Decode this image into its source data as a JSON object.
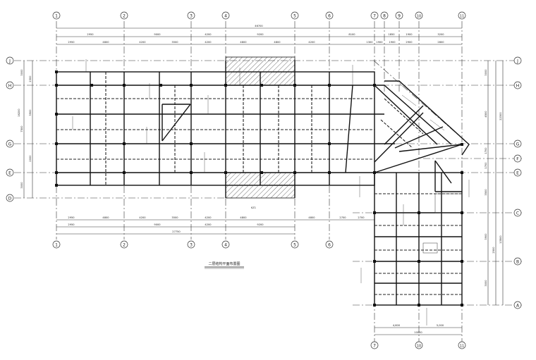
{
  "drawing": {
    "plan_title": "二层结构平面布置图",
    "axes_vertical_top": [
      "1",
      "2",
      "3",
      "4",
      "5",
      "6",
      "7",
      "8",
      "9",
      "10",
      "11"
    ],
    "axes_vertical_bottom": [
      "1",
      "2",
      "3",
      "4",
      "5",
      "6"
    ],
    "axes_wing_bottom": [
      "7",
      "10",
      "11"
    ],
    "axes_horizontal_left": [
      "J",
      "H",
      "G",
      "E",
      "D"
    ],
    "axes_horizontal_right": [
      "J",
      "H",
      "G",
      "F",
      "E",
      "C",
      "B",
      "A"
    ],
    "dims_top_overall": "46700",
    "dims_top_row1": [
      "2950",
      "9000",
      "4200",
      "9200",
      "8100",
      "1850",
      "1900",
      "3200"
    ],
    "dims_top_row2": [
      "2950",
      "4800",
      "4200",
      "3500",
      "4200",
      "4800",
      "4800",
      "4200",
      "1300",
      "1900",
      "1900",
      "2900",
      "2800"
    ],
    "dims_bottom_row1": [
      "2950",
      "4800",
      "4200",
      "3500",
      "4200",
      "4800",
      "4800",
      "2700",
      "2700"
    ],
    "dims_bottom_row2": [
      "2950",
      "9000",
      "4200",
      "9200"
    ],
    "dims_bottom_overall": "27750",
    "dims_wing_bottom": [
      "4,600",
      "5,000"
    ],
    "dims_wing_bottom_total": "10000",
    "dims_left": [
      "3000",
      "2300",
      "3900",
      "7500",
      "2000",
      "3000"
    ],
    "dims_left_total": "16200",
    "dims_right": [
      "3000",
      "4500",
      "1700",
      "1700",
      "3500",
      "3900",
      "3000",
      "2500"
    ],
    "dims_right_total": [
      "22300",
      "13500"
    ],
    "note_label": "KZ1",
    "color_line": "#111111",
    "color_hatch": "#333333"
  }
}
